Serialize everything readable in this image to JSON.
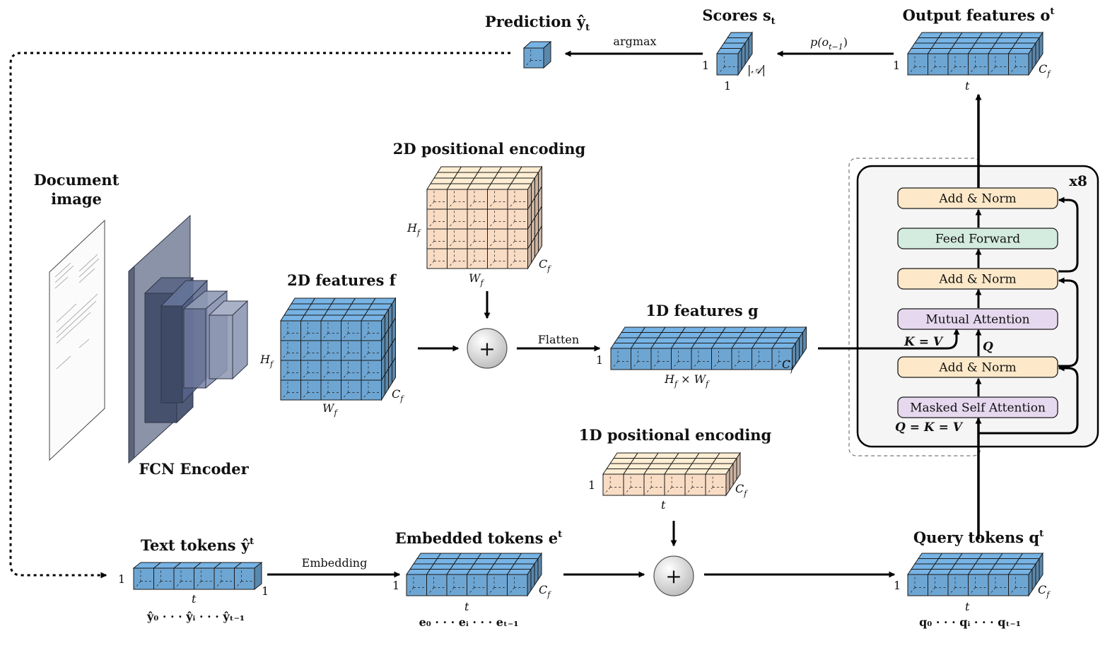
{
  "colors": {
    "feature_blue": "#6ea6d3",
    "positional_peach": "#f9dcc4",
    "add_norm": "#fde9c9",
    "feed_forward": "#d4ebe0",
    "attention": "#e6d9ef",
    "encoder_slate": "#7d879e",
    "decoder_panel": "#f5f5f5"
  },
  "labels": {
    "document_image_l1": "Document",
    "document_image_l2": "image",
    "fcn_encoder": "FCN Encoder",
    "features_2d": "2D features f",
    "pos_enc_2d": "2D positional encoding",
    "features_1d": "1D features g",
    "pos_enc_1d": "1D positional encoding",
    "text_tokens": "Text tokens ŷ",
    "text_tokens_sup": "t",
    "embedded_tokens": "Embedded tokens e",
    "embedded_tokens_sup": "t",
    "query_tokens": "Query tokens q",
    "query_tokens_sup": "t",
    "output_features": "Output features o",
    "output_features_sup": "t",
    "scores": "Scores s",
    "scores_sub": "t",
    "prediction": "Prediction ŷ",
    "prediction_sub": "t"
  },
  "operations": {
    "flatten": "Flatten",
    "embedding": "Embedding",
    "argmax": "argmax",
    "prob": "p(o",
    "prob_sub": "t−1",
    "prob_close": ")",
    "plus": "+"
  },
  "dimensions": {
    "hf": "H",
    "hf_sub": "f",
    "wf": "W",
    "wf_sub": "f",
    "cf": "C",
    "cf_sub": "f",
    "hfwf": "H",
    "hfwf_mid": " × W",
    "one": "1",
    "t": "t",
    "alphabet": "|𝒜|"
  },
  "sequences": {
    "text": "ŷ₀  · · ·  ŷᵢ  · · ·  ŷₜ₋₁",
    "embedded": "e₀  · · ·  eᵢ  · · ·  eₜ₋₁",
    "query": "q₀  · · ·  qᵢ  · · ·  qₜ₋₁"
  },
  "decoder": {
    "repeat": "x8",
    "blocks": [
      "Add & Norm",
      "Feed Forward",
      "Add & Norm",
      "Mutual Attention",
      "Add & Norm",
      "Masked Self Attention"
    ],
    "kv_label": "K = V",
    "q_label": "Q",
    "qkv_label": "Q = K = V"
  }
}
